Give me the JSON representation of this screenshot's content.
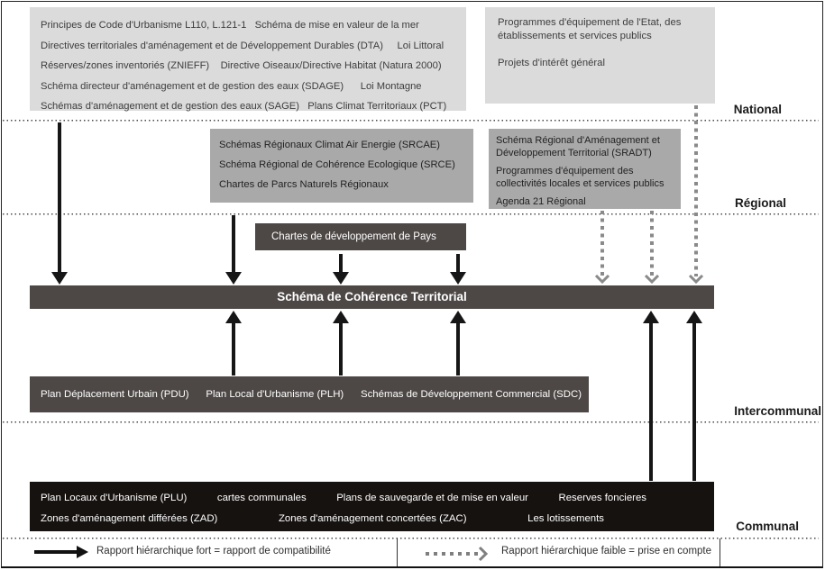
{
  "levels": {
    "national": "National",
    "regional": "Régional",
    "intercommunal": "Intercommunal",
    "communal": "Communal"
  },
  "national_left_lines": [
    "Principes de Code d'Urbanisme L110, L.121-1   Schéma de mise en valeur de la mer",
    "Directives territoriales d'aménagement et de Développement Durables (DTA)     Loi Littoral",
    "Réserves/zones inventoriés (ZNIEFF)    Directive Oiseaux/Directive Habitat (Natura 2000)",
    "Schéma directeur d'aménagement et de gestion des eaux (SDAGE)      Loi Montagne",
    "Schémas d'aménagement et de gestion des eaux (SAGE)   Plans Climat Territoriaux (PCT)"
  ],
  "national_right_items": [
    "Programmes d'équipement de l'Etat, des établissements et services publics",
    "Projets d'intérêt général"
  ],
  "regional_left_lines": [
    "Schémas Régionaux Climat Air Energie (SRCAE)",
    "Schéma Régional de Cohérence Ecologique (SRCE)",
    "Chartes de Parcs Naturels Régionaux"
  ],
  "regional_right_items": [
    "Schéma Régional d'Aménagement et Développement Territorial (SRADT)",
    "Programmes d'équipement des collectivités locales et services publics",
    "Agenda 21 Régional"
  ],
  "chartes_pays": "Chartes de développement de Pays",
  "scot_title": "Schéma de Cohérence Territorial",
  "intercommunal_items": [
    "Plan Déplacement Urbain (PDU)",
    "Plan Local d'Urbanisme (PLH)",
    "Schémas de Développement Commercial (SDC)"
  ],
  "communal_row1": [
    "Plan Locaux d'Urbanisme (PLU)",
    "cartes communales",
    "Plans de sauvegarde et de mise en valeur",
    "Reserves foncieres"
  ],
  "communal_row2": [
    "Zones d'aménagement différées (ZAD)",
    "Zones d'aménagement concertées (ZAC)",
    "Les lotissements"
  ],
  "legend": {
    "strong": "Rapport hiérarchique fort = rapport de compatibilité",
    "weak": "Rapport hiérarchique faible = prise en compte"
  },
  "colors": {
    "light_box": "#dbdbdb",
    "medium_box": "#a9a9a9",
    "dark_box": "#4d4846",
    "black_box": "#161210",
    "arrow_strong": "#161616",
    "arrow_weak": "#8a8a8a"
  }
}
